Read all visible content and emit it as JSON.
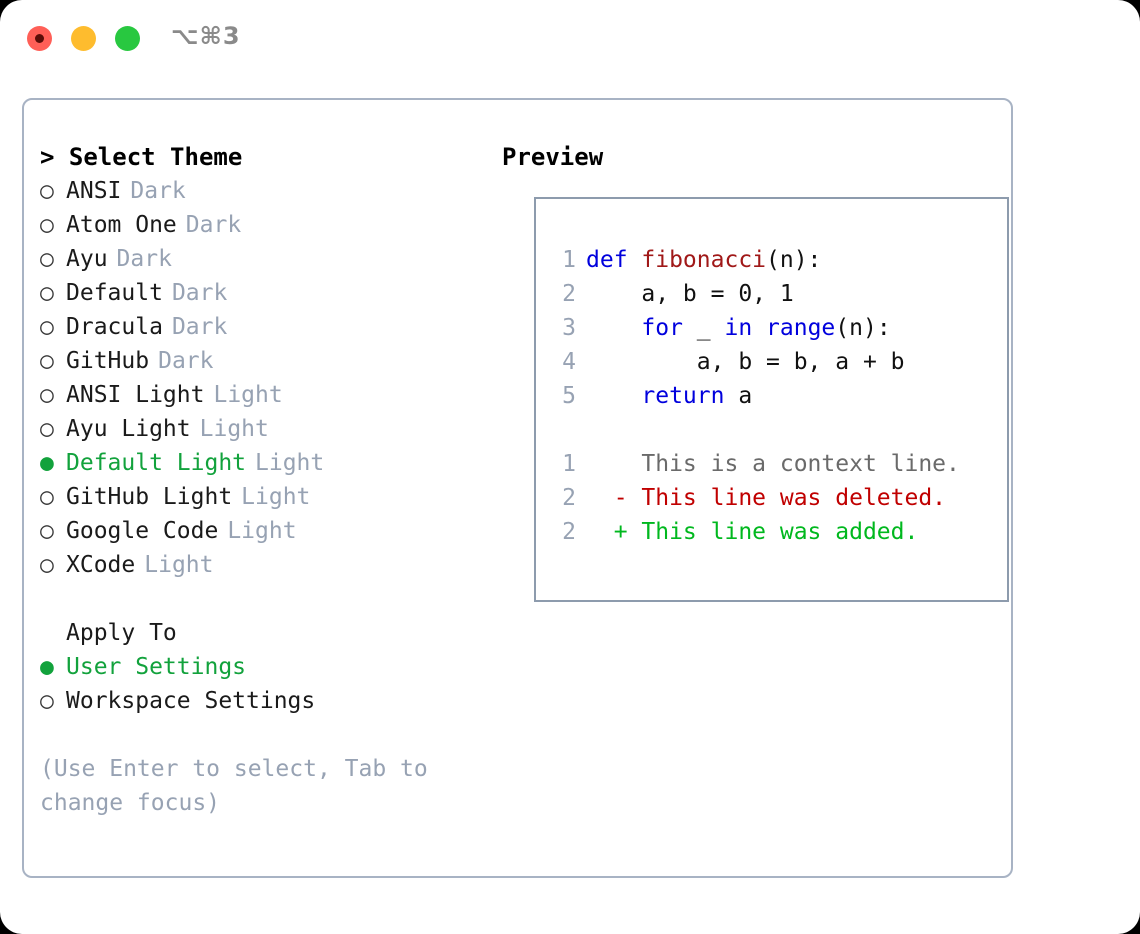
{
  "window": {
    "shortcut_label": "⌥⌘3",
    "traffic_lights": [
      "close-red",
      "minimize-yellow",
      "maximize-green"
    ]
  },
  "theme_picker": {
    "header": "> Select Theme",
    "marker_selected": "●",
    "marker_unselected": "○",
    "items": [
      {
        "name": "ANSI",
        "tag": "Dark",
        "selected": false
      },
      {
        "name": "Atom One",
        "tag": "Dark",
        "selected": false
      },
      {
        "name": "Ayu",
        "tag": "Dark",
        "selected": false
      },
      {
        "name": "Default",
        "tag": "Dark",
        "selected": false
      },
      {
        "name": "Dracula",
        "tag": "Dark",
        "selected": false
      },
      {
        "name": "GitHub",
        "tag": "Dark",
        "selected": false
      },
      {
        "name": "ANSI Light",
        "tag": "Light",
        "selected": false
      },
      {
        "name": "Ayu Light",
        "tag": "Light",
        "selected": false
      },
      {
        "name": "Default Light",
        "tag": "Light",
        "selected": true
      },
      {
        "name": "GitHub Light",
        "tag": "Light",
        "selected": false
      },
      {
        "name": "Google Code",
        "tag": "Light",
        "selected": false
      },
      {
        "name": "XCode",
        "tag": "Light",
        "selected": false
      }
    ]
  },
  "apply_to": {
    "header": "Apply To",
    "items": [
      {
        "name": "User Settings",
        "selected": true
      },
      {
        "name": "Workspace Settings",
        "selected": false
      }
    ]
  },
  "hint": "(Use Enter to select, Tab to change focus)",
  "preview": {
    "header": "Preview",
    "code_lines": [
      {
        "no": "1",
        "segments": [
          {
            "t": "def ",
            "c": "kw"
          },
          {
            "t": "fibonacci",
            "c": "fn"
          },
          {
            "t": "(n):",
            "c": "pl"
          }
        ]
      },
      {
        "no": "2",
        "segments": [
          {
            "t": "    a, b = 0, 1",
            "c": "pl"
          }
        ]
      },
      {
        "no": "3",
        "segments": [
          {
            "t": "    ",
            "c": "pl"
          },
          {
            "t": "for",
            "c": "kw"
          },
          {
            "t": " _ ",
            "c": "pl"
          },
          {
            "t": "in",
            "c": "kw"
          },
          {
            "t": " ",
            "c": "pl"
          },
          {
            "t": "range",
            "c": "kw"
          },
          {
            "t": "(n):",
            "c": "pl"
          }
        ]
      },
      {
        "no": "4",
        "segments": [
          {
            "t": "        a, b = b, a + b",
            "c": "pl"
          }
        ]
      },
      {
        "no": "5",
        "segments": [
          {
            "t": "    ",
            "c": "pl"
          },
          {
            "t": "return",
            "c": "kw"
          },
          {
            "t": " a",
            "c": "pl"
          }
        ]
      }
    ],
    "diff_lines": [
      {
        "no": "1",
        "sign": " ",
        "text": "This is a context line.",
        "kind": "d-ctx"
      },
      {
        "no": "2",
        "sign": "-",
        "text": "This line was deleted.",
        "kind": "d-del"
      },
      {
        "no": "2",
        "sign": "+",
        "text": "This line was added.",
        "kind": "d-add"
      }
    ]
  },
  "colors": {
    "accent_green": "#12a23c",
    "muted_gray": "#97a2b3",
    "keyword_blue": "#0000dd",
    "function_red": "#a01818",
    "diff_delete": "#c00000",
    "diff_add": "#00b81e",
    "panel_border": "#a8b3c4"
  }
}
